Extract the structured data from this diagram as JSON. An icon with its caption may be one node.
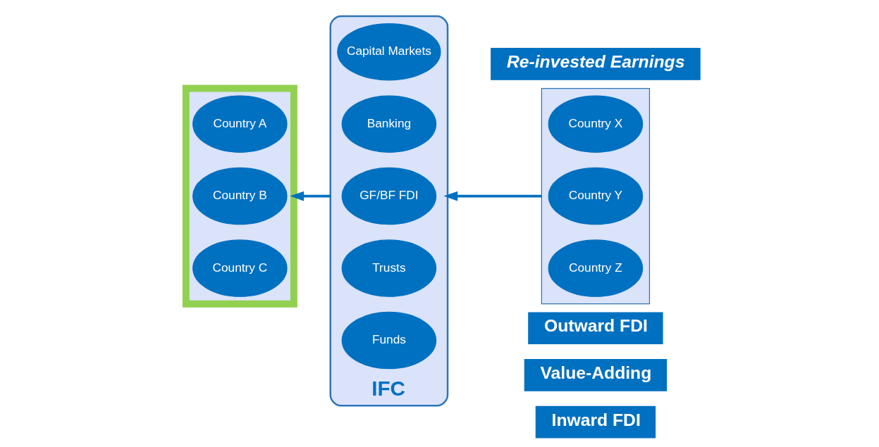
{
  "diagram": {
    "nodes": [
      {
        "text": [
          "Inward FDI"
        ]
      },
      {
        "text": [
          "Value-Adding"
        ]
      },
      {
        "text": [
          "Outward FDI"
        ]
      },
      {
        "text": [],
        "shape": "triangle"
      },
      {
        "text": [
          "Country A"
        ],
        "in": 3
      },
      {
        "text": [
          "Country B"
        ],
        "in": 3
      },
      {
        "text": [
          "Country C"
        ],
        "in": 3
      },
      {
        "text": [
          "IFC"
        ]
      },
      {
        "text": [
          "Capital Markets"
        ],
        "in": 7
      },
      {
        "text": [
          "Banking"
        ],
        "in": 7
      },
      {
        "text": [
          "GF/BF FDI"
        ],
        "in": 7
      },
      {
        "text": [
          "Trusts"
        ],
        "in": 7
      },
      {
        "text": [
          "Funds"
        ],
        "in": 7
      },
      {
        "text": [],
        "shape": "triangle"
      },
      {
        "text": [
          "Country X"
        ],
        "in": 13
      },
      {
        "text": [
          "Country Y"
        ],
        "in": 13
      },
      {
        "text": [
          "Country Z"
        ],
        "in": 13
      },
      {
        "text": [
          "Re-invested Earnings"
        ]
      }
    ],
    "edges": [
      {
        "from": 7,
        "to": 3,
        "arrow": "to"
      },
      {
        "from": 13,
        "to": 7,
        "arrow": "to"
      }
    ]
  }
}
